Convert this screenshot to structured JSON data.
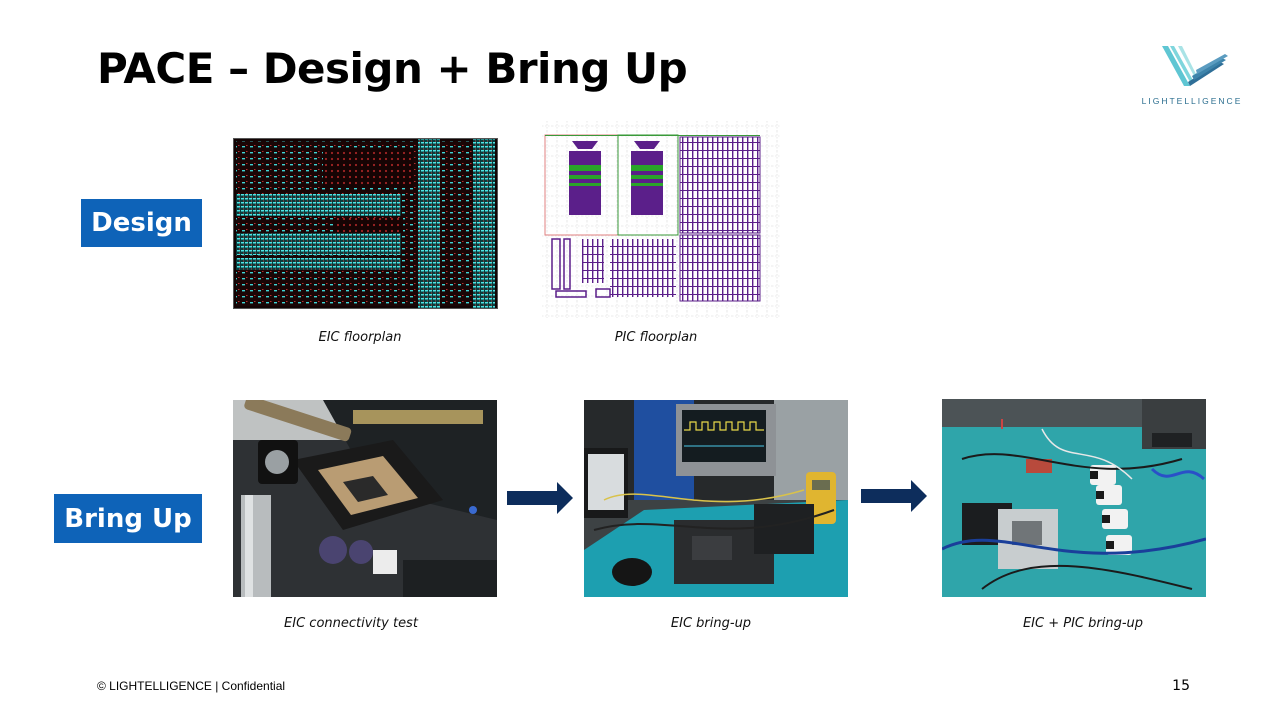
{
  "slide": {
    "title": "PACE – Design + Bring Up",
    "page_number": "15"
  },
  "logo": {
    "wordmark": "LIGHTELLIGENCE",
    "color": "#2b6e8f"
  },
  "sections": {
    "design_label": "Design",
    "bringup_label": "Bring Up",
    "label_color": "#0e63b8"
  },
  "images": {
    "eic_floorplan_caption": "EIC floorplan",
    "pic_floorplan_caption": "PIC floorplan",
    "eic_connectivity_caption": "EIC connectivity test",
    "eic_bringup_caption": "EIC bring-up",
    "eic_pic_bringup_caption": "EIC + PIC bring-up"
  },
  "arrows": {
    "color": "#0d2d5c"
  },
  "footer": {
    "copyright": "© LIGHTELLIGENCE | Confidential"
  }
}
